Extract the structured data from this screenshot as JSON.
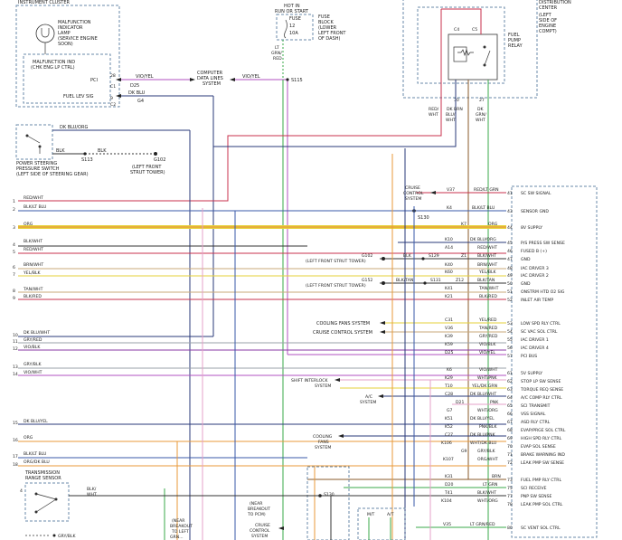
{
  "instrument_cluster": {
    "title": "INSTRUMENT CLUSTER",
    "mil_label": [
      "MALFUNCTION",
      "INDICATOR",
      "LAMP",
      "(SERVICE ENGINE",
      "SOON)"
    ],
    "mil_ind_label": [
      "MALFUNCTION IND",
      "(CHK ENG LP CTRL)"
    ],
    "pci": "PCI",
    "fuel_lev_sig": "FUEL LEV SIG",
    "pins": [
      "28",
      "C1",
      "9",
      "C2"
    ]
  },
  "fuse": {
    "hot_label": [
      "HOT IN",
      "RUN OR START"
    ],
    "fuse_label": [
      "FUSE",
      "12",
      "10A"
    ],
    "block_label": [
      "FUSE",
      "BLOCK",
      "(LOWER",
      "LEFT FRONT",
      "OF DASH)"
    ]
  },
  "pdc": {
    "label": [
      "DISTRIBUTION",
      "CENTER",
      "(LEFT",
      "SIDE OF",
      "ENGINE",
      "COMPT)"
    ],
    "relay_label": [
      "FUEL",
      "PUMP",
      "RELAY"
    ],
    "pins": [
      "C4",
      "C5",
      "30",
      "27"
    ]
  },
  "computer_data_lines": [
    "COMPUTER",
    "DATA LINES",
    "SYSTEM"
  ],
  "wires_top": {
    "vio_yel_1": "VIO/YEL",
    "d25": "D25",
    "dk_blu": "DK BLU",
    "g4": "G4",
    "vio_yel_2": "VIO/YEL",
    "s115": "S115",
    "lt_grn_red": [
      "LT",
      "GRN/",
      "RED"
    ],
    "red_wht": [
      "RED/",
      "WHT"
    ],
    "dk_blu_wht": [
      "DK",
      "BLU/",
      "WHT"
    ],
    "brn": "BRN",
    "dk_grn_wht": [
      "DK",
      "GRN/",
      "WHT"
    ]
  },
  "ps_switch": {
    "label": [
      "POWER STEERING",
      "PRESSURE SWITCH",
      "(LEFT SIDE OF STEERING GEAR)"
    ],
    "dk_blu_org": "DK BLU/ORG",
    "blk": "BLK",
    "blk2": "BLK",
    "s113": "S113",
    "g102": [
      "G102",
      "(LEFT FRONT",
      "STRUT TOWER)"
    ]
  },
  "left_wires": [
    {
      "num": "1",
      "label": "RED/WHT"
    },
    {
      "num": "2",
      "label": "BLK/LT BLU"
    },
    {
      "num": "3",
      "label": "ORG"
    },
    {
      "num": "4",
      "label": "BLK/WHT"
    },
    {
      "num": "5",
      "label": "RED/WHT"
    },
    {
      "num": "6",
      "label": "BRN/WHT"
    },
    {
      "num": "7",
      "label": "YEL/BLK"
    },
    {
      "num": "8",
      "label": "TAN/WHT"
    },
    {
      "num": "9",
      "label": "BLK/RED"
    },
    {
      "num": "10",
      "label": "DK BLU/WHT"
    },
    {
      "num": "11",
      "label": "GRY/RED"
    },
    {
      "num": "12",
      "label": "VIO/BLK"
    },
    {
      "num": "13",
      "label": "GRY/BLK"
    },
    {
      "num": "14",
      "label": "VIO/WHT"
    },
    {
      "num": "15",
      "label": "DK BLU/YEL"
    },
    {
      "num": "16",
      "label": "ORG"
    },
    {
      "num": "17",
      "label": "BLK/LT BLU"
    },
    {
      "num": "18",
      "label": "ORG/DK BLU"
    }
  ],
  "circuit_rows": [
    {
      "code": "V37",
      "wire": "RED/LT GRN",
      "pin": "41",
      "desc": "SC SW SIGNAL"
    },
    {
      "code": "K4",
      "wire": "BLK/LT BLU",
      "pin": "43",
      "desc": "SENSOR GND"
    },
    {
      "code": "K7",
      "wire": "ORG",
      "pin": "44",
      "desc": "8V SUPPLY"
    },
    {
      "code": "K10",
      "wire": "DK BLU/ORG",
      "pin": "45",
      "desc": "P/S PRESS SW SENSE"
    },
    {
      "code": "A14",
      "wire": "RED/WHT",
      "pin": "46",
      "desc": "FUSED B (+)"
    },
    {
      "code": "Z1",
      "wire": "BLK/WHT",
      "pin": "47",
      "desc": "GND"
    },
    {
      "code": "K40",
      "wire": "BRN/WHT",
      "pin": "48",
      "desc": "IAC DRIVER 3"
    },
    {
      "code": "K60",
      "wire": "YEL/BLK",
      "pin": "49",
      "desc": "IAC DRIVER 2"
    },
    {
      "code": "Z12",
      "wire": "BLK/TAN",
      "pin": "50",
      "desc": "GND"
    },
    {
      "code": "K41",
      "wire": "TAN/WHT",
      "pin": "51",
      "desc": "ONSTRM HTD O2 SIG"
    },
    {
      "code": "K21",
      "wire": "BLK/RED",
      "pin": "52",
      "desc": "INLET AIR TEMP"
    },
    {
      "code": "C31",
      "wire": "YEL/RED",
      "pin": "53",
      "desc": "LOW SPD RLY CTRL"
    },
    {
      "code": "V36",
      "wire": "TAN/RED",
      "pin": "54",
      "desc": "SC VAC SOL CTRL"
    },
    {
      "code": "K39",
      "wire": "GRY/RED",
      "pin": "55",
      "desc": "IAC DRIVER 1"
    },
    {
      "code": "K59",
      "wire": "VIO/BLK",
      "pin": "56",
      "desc": "IAC DRIVER 4"
    },
    {
      "code": "D25",
      "wire": "VIO/YEL",
      "pin": "57",
      "desc": "PCI BUS"
    },
    {
      "code": "K6",
      "wire": "VIO/WHT",
      "pin": "61",
      "desc": "5V SUPPLY"
    },
    {
      "code": "K29",
      "wire": "WHT/PNK",
      "pin": "62",
      "desc": "STOP LP SW SENSE"
    },
    {
      "code": "T10",
      "wire": "YEL/DK GRN",
      "pin": "63",
      "desc": "TORQUE REQ SENSE"
    },
    {
      "code": "C28",
      "wire": "DK BLU/WHT",
      "pin": "64",
      "desc": "A/C COMP RLY CTRL"
    },
    {
      "code": "D21",
      "wire": "PNK",
      "pin": "65",
      "desc": "SCI TRANSMIT"
    },
    {
      "code": "G7",
      "wire": "WHT/ORG",
      "pin": "66",
      "desc": "VSS SIGNAL"
    },
    {
      "code": "K51",
      "wire": "DK BLU/YEL",
      "pin": "67",
      "desc": "ASD RLY CTRL"
    },
    {
      "code": "K52",
      "wire": "PNK/BLK",
      "pin": "68",
      "desc": "EVAP/PRGE SOL CTRL"
    },
    {
      "code": "C27",
      "wire": "DK BLU/PNK",
      "pin": "69",
      "desc": "HIGH SPD RLY CTRL"
    },
    {
      "code": "K106",
      "wire": "WHT/DK BLU",
      "pin": "70",
      "desc": "EVAP SOL SENSE"
    },
    {
      "code": "G9",
      "wire": "GRY/BLK",
      "pin": "71",
      "desc": "BRAKE WARNING IND"
    },
    {
      "code": "K107",
      "wire": "ORG/WHT",
      "pin": "72",
      "desc": "LEAK PMP SW SENSE"
    },
    {
      "code": "K31",
      "wire": "BRN",
      "pin": "73",
      "desc": "FUEL PMP RLY CTRL"
    },
    {
      "code": "D20",
      "wire": "LT GRN",
      "pin": "75",
      "desc": "SCI RECEIVE"
    },
    {
      "code": "T41",
      "wire": "BLK/WHT",
      "pin": "77",
      "desc": "PNP SW SENSE"
    },
    {
      "code": "K104",
      "wire": "WHT/ORG",
      "pin": "78",
      "desc": "LEAK PMP SOL CTRL"
    },
    {
      "code": "V35",
      "wire": "LT GRN/RED",
      "pin": "80",
      "desc": "SC VENT SOL CTRL"
    }
  ],
  "splices": {
    "s130_a": "S130",
    "g102_1": [
      "G102",
      "(LEFT FRONT STRUT TOWER)"
    ],
    "s129": "S129",
    "blk": "BLK",
    "g152": [
      "G152",
      "(LEFT FRONT STRUT TOWER)"
    ],
    "s131": "S131",
    "blk_tan": "BLK/TAN",
    "s130_b": "S130"
  },
  "systems": {
    "cruise_control_1": [
      "CRUISE",
      "CONTROL",
      "SYSTEM"
    ],
    "cooling_fans": "COOLING FANS SYSTEM",
    "cruise_control_2": "CRUISE CONTROL SYSTEM",
    "shift_interlock": [
      "SHIFT INTERLOCK",
      "SYSTEM"
    ],
    "ac_system": [
      "A/C",
      "SYSTEM"
    ],
    "cooling_fans_2": [
      "COOLING",
      "FANS",
      "SYSTEM"
    ],
    "near_breakout": [
      "(NEAR",
      "BREAKOUT",
      "TO PCM)"
    ],
    "cruise_control_3": [
      "CRUISE",
      "CONTROL",
      "SYSTEM"
    ],
    "near_breakout_2": [
      "(NEAR",
      "BREAKOUT",
      "TO LEFT",
      "GRN..."
    ],
    "mt_at": [
      "M/T",
      "A/T"
    ]
  },
  "trs": {
    "label": [
      "TRANSMISSION",
      "RANGE SENSOR"
    ],
    "blk_wht": [
      "BLK/",
      "WHT"
    ],
    "gry_blk": "GRY/BLK",
    "pin": "4"
  },
  "colors": {
    "red": "#c8324c",
    "pink": "#e6a0c8",
    "purple": "#8a3aa6",
    "violet": "#b050c0",
    "dark_blue": "#2a3a7a",
    "blue": "#3a5aa8",
    "gray": "#9aa0a8",
    "black": "#333333",
    "yellow": "#e6d23a",
    "orange": "#e89a3a",
    "green": "#3aa84a",
    "brown": "#8a5a2a",
    "tan": "#c8aa7a",
    "dashed_box": "#6a8aa8"
  }
}
